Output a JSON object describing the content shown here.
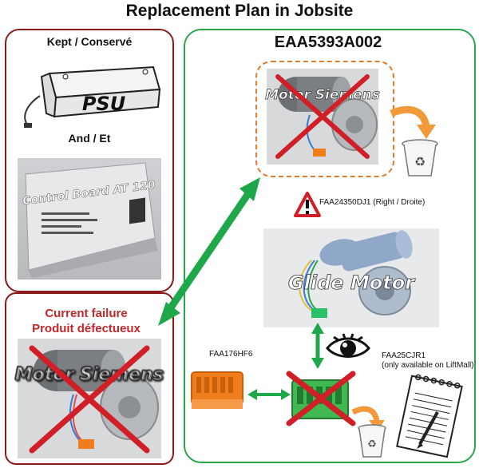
{
  "title": "Replacement Plan in Jobsite",
  "left_panel": {
    "kept_label": "Kept / Conservé",
    "psu_text": "PSU",
    "and_label": "And / Et",
    "control_board_text": "Control Board AT 120"
  },
  "failure_panel": {
    "line1": "Current failure",
    "line2": "Produit défectueux",
    "motor_text": "Motor Siemens"
  },
  "right_panel": {
    "title": "EAA5393A002",
    "old_motor_text": "Motor Siemens",
    "glide_part": "FAA24350DJ1 (Right / Droite)",
    "glide_text": "Glide Motor",
    "connector_part": "FAA176HF6",
    "notebook_part_line1": "FAA25CJR1",
    "notebook_part_line2": "(only available on LiftMall)"
  },
  "colors": {
    "left_border": "#8b1a1a",
    "failure_text": "#c0282b",
    "right_border": "#2aa64a",
    "dashed_border": "#e07a2b",
    "arrow_green": "#1fa84a",
    "cross_red": "#d01f26"
  },
  "icons": [
    "recycle-bin-icon",
    "warning-icon",
    "eye-icon",
    "notebook-icon",
    "curved-arrow-icon"
  ]
}
